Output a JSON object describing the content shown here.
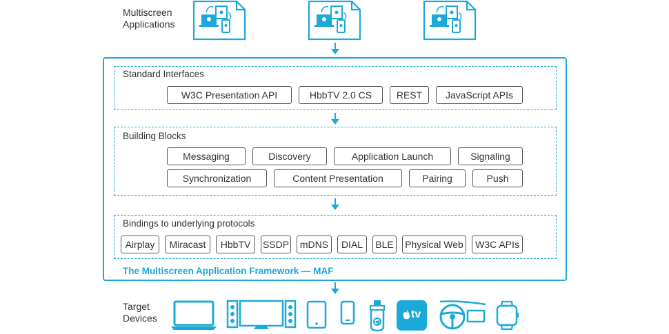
{
  "accent_color": "#1aa9d8",
  "applications": {
    "label_line1": "Multiscreen",
    "label_line2": "Applications",
    "icon": "multiscreen-app-document-icon"
  },
  "standard_interfaces": {
    "title": "Standard Interfaces",
    "items": [
      "W3C Presentation API",
      "HbbTV 2.0 CS",
      "REST",
      "JavaScript APIs"
    ]
  },
  "building_blocks": {
    "title": "Building Blocks",
    "row1": [
      "Messaging",
      "Discovery",
      "Application Launch",
      "Signaling"
    ],
    "row2": [
      "Synchronization",
      "Content Presentation",
      "Pairing",
      "Push"
    ]
  },
  "bindings": {
    "title": "Bindings to underlying protocols",
    "items": [
      "Airplay",
      "Miracast",
      "HbbTV",
      "SSDP",
      "mDNS",
      "DIAL",
      "BLE",
      "Physical Web",
      "W3C APIs"
    ]
  },
  "framework_label": "The Multiscreen Application Framework — MAF",
  "target": {
    "label_line1": "Target",
    "label_line2": "Devices",
    "devices": [
      "laptop-icon",
      "tv-with-speakers-icon",
      "tablet-icon",
      "smartphone-icon",
      "streaming-stick-icon",
      "apple-tv-icon",
      "car-steering-wheel-icon",
      "smartwatch-icon"
    ],
    "apple_tv_text": "tv"
  }
}
